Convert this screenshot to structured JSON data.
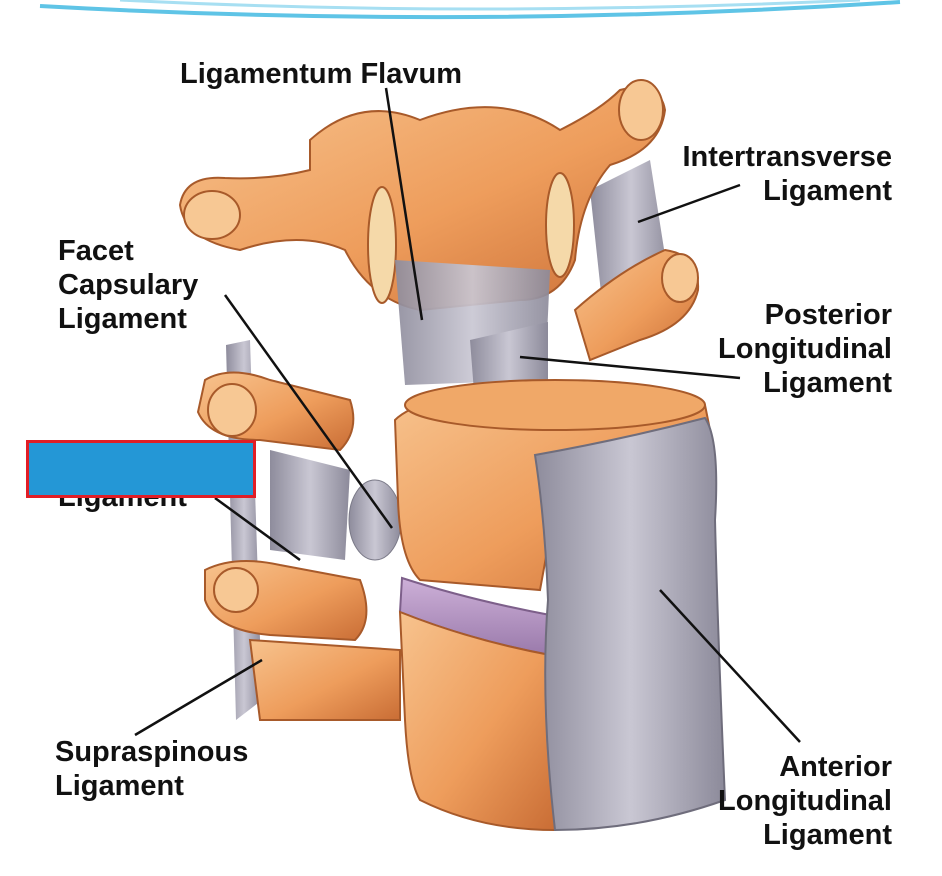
{
  "labels": {
    "ligamentum_flavum": "Ligamentum Flavum",
    "intertransverse": [
      "Intertransverse",
      "Ligament"
    ],
    "facet_capsulary": [
      "Facet",
      "Capsulary",
      "Ligament"
    ],
    "posterior_longitudinal": [
      "Posterior",
      "Longitudinal",
      "Ligament"
    ],
    "hidden_partial": "Ligament",
    "supraspinous": [
      "Supraspinous",
      "Ligament"
    ],
    "anterior_longitudinal": [
      "Anterior",
      "Longitudinal",
      "Ligament"
    ]
  },
  "colors": {
    "bone": "#f0a465",
    "bone_shadow": "#c9703a",
    "ligament": "#a9a7b6",
    "disc": "#b79ac4",
    "mask_fill": "#2497d6",
    "mask_border": "#e11e26",
    "header_arc": "#5fc4e6"
  }
}
